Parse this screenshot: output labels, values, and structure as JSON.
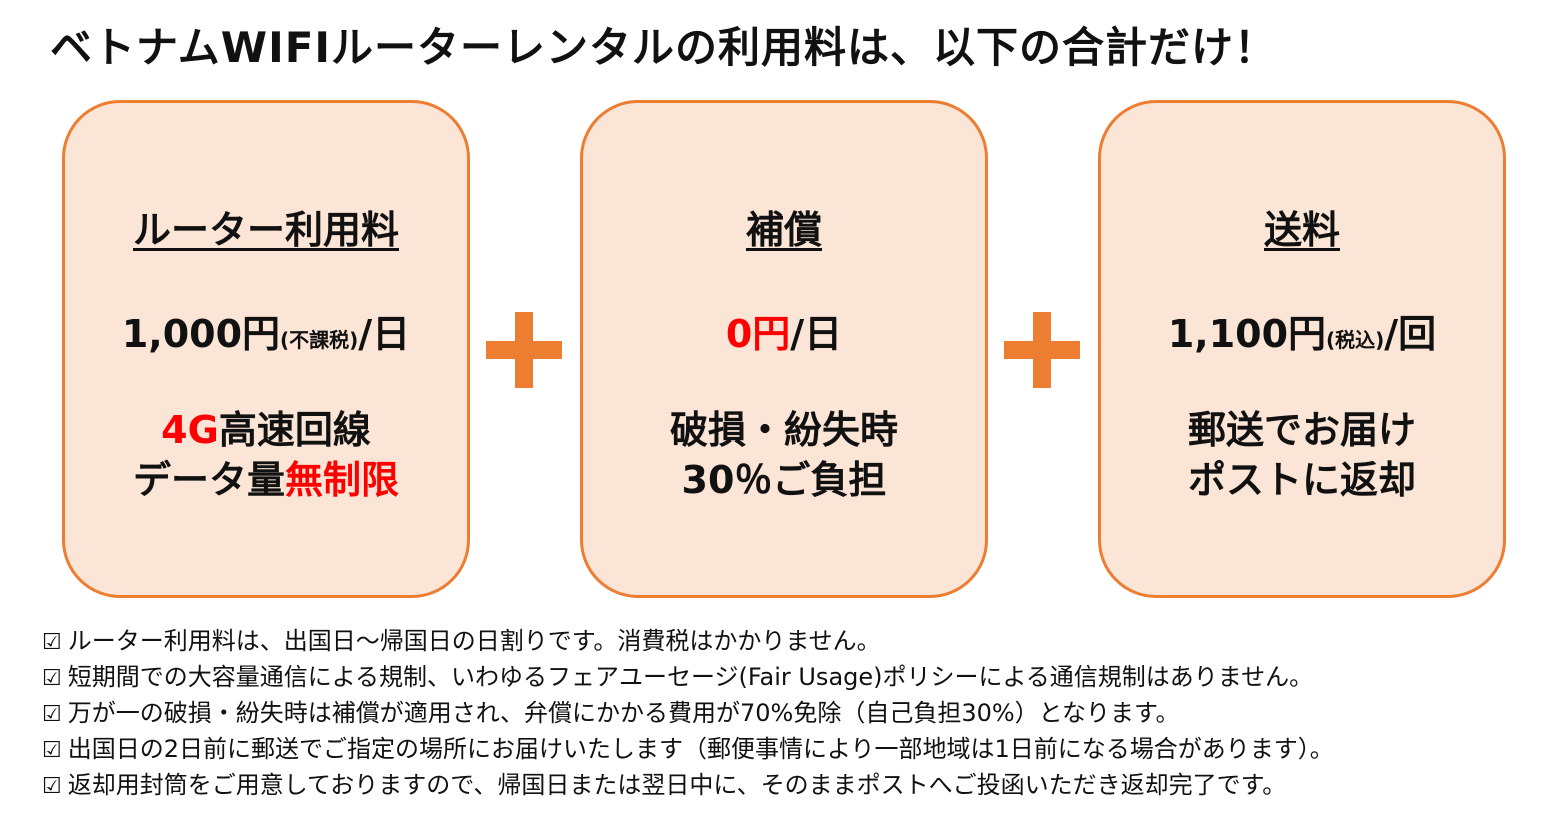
{
  "title": "ベトナムWIFIルーターレンタルの利用料は、以下の合計だけ！",
  "accent_color": "#ed7d31",
  "card_bg_color": "#fbe5d6",
  "highlight_color": "#ff0000",
  "cards": [
    {
      "title": "ルーター利用料",
      "price": "1,000円",
      "price_note": "(不課税)",
      "unit": "/日",
      "desc_line1_red": "4G",
      "desc_line1": "高速回線",
      "desc_line2": "データ量",
      "desc_line2_red": "無制限"
    },
    {
      "title": "補償",
      "price_red": "0円",
      "unit": "/日",
      "desc_line1": "破損・紛失時",
      "desc_line2": "30％ご負担"
    },
    {
      "title": "送料",
      "price": "1,100円",
      "price_note": "(税込)",
      "unit": "/回",
      "desc_line1": "郵送でお届け",
      "desc_line2": "ポストに返却"
    }
  ],
  "plus_icon": "plus-icon",
  "checkbox_icon": "☑",
  "notes": [
    "ルーター利用料は、出国日〜帰国日の日割りです。消費税はかかりません。",
    "短期間での大容量通信による規制、いわゆるフェアユーセージ(Fair Usage)ポリシーによる通信規制はありません。",
    "万が一の破損・紛失時は補償が適用され、弁償にかかる費用が70%免除（自己負担30%）となります。",
    "出国日の2日前に郵送でご指定の場所にお届けいたします（郵便事情により一部地域は1日前になる場合があります）。",
    "返却用封筒をご用意しておりますので、帰国日または翌日中に、そのままポストへご投函いただき返却完了です。"
  ]
}
